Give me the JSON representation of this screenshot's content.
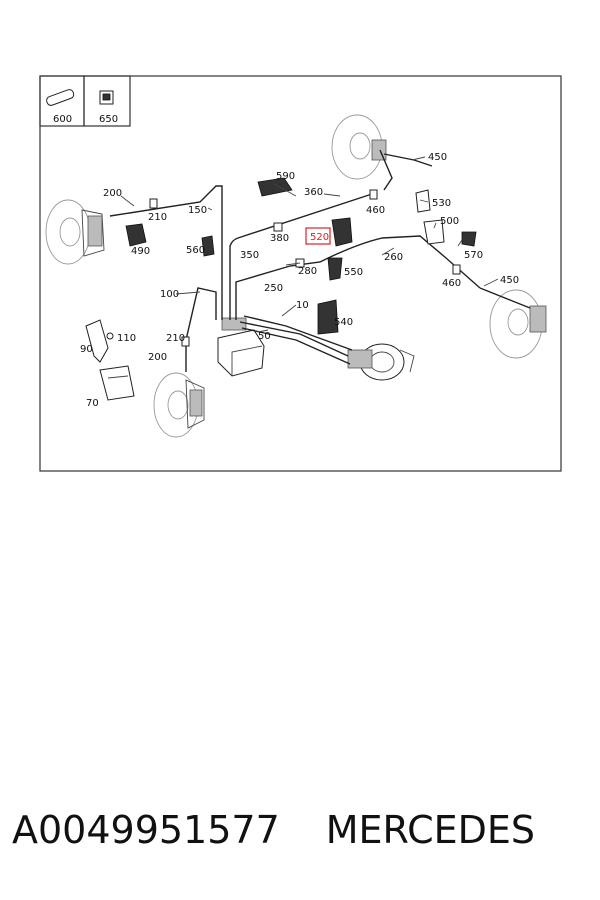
{
  "diagram": {
    "legend": [
      "600",
      "650"
    ],
    "callouts": {
      "c450a": "450",
      "c450b": "450",
      "c200a": "200",
      "c200b": "200",
      "c210a": "210",
      "c210b": "210",
      "c150": "150",
      "c590": "590",
      "c360": "360",
      "c460a": "460",
      "c460b": "460",
      "c530": "530",
      "c500": "500",
      "c570": "570",
      "c380": "380",
      "c520": "520",
      "c490": "490",
      "c560": "560",
      "c350": "350",
      "c260": "260",
      "c280": "280",
      "c550": "550",
      "c100": "100",
      "c250": "250",
      "c10": "10",
      "c540": "540",
      "c50": "50",
      "c90": "90",
      "c110": "110",
      "c70": "70"
    },
    "highlight_color": "#e02020"
  },
  "caption": {
    "part_number": "A0049951577",
    "brand": "MERCEDES"
  }
}
